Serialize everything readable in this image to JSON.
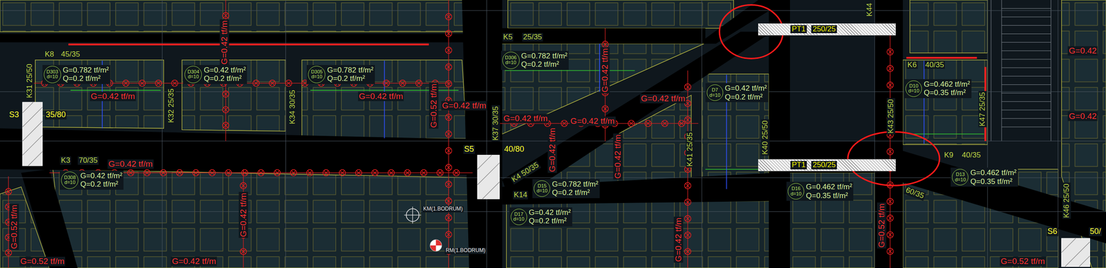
{
  "diagram": {
    "nodes": [
      {
        "text": [
          "D303",
          "d=10",
          "G=0.782 tf/m²",
          "Q=0.2 tf/m²"
        ]
      },
      {
        "text": [
          "D304",
          "d=10",
          "G=0.42 tf/m²",
          "Q=0.2 tf/m²"
        ]
      },
      {
        "text": [
          "D305",
          "d=10",
          "G=0.782 tf/m²",
          "Q=0.2 tf/m²"
        ]
      },
      {
        "text": [
          "D306",
          "d=10",
          "G=0.782 tf/m²",
          "Q=0.2 tf/m²"
        ]
      },
      {
        "text": [
          "D7",
          "d=10",
          "G=0.42 tf/m²",
          "Q=0.2 tf/m²"
        ]
      },
      {
        "text": [
          "D10",
          "d=10",
          "G=0.462 tf/m²",
          "Q=0.35 tf/m²"
        ]
      },
      {
        "text": [
          "D308",
          "d=10",
          "G=0.42 tf/m²",
          "Q=0.2 tf/m²"
        ]
      },
      {
        "text": [
          "D15",
          "d=10",
          "G=0.782 tf/m²",
          "Q=0.2 tf/m²"
        ]
      },
      {
        "text": [
          "D17",
          "d=10",
          "G=0.42 tf/m²",
          "Q=0.2 tf/m²"
        ]
      },
      {
        "text": [
          "D16",
          "d=10",
          "G=0.462 tf/m²",
          "Q=0.35 tf/m²"
        ]
      },
      {
        "text": [
          "D13",
          "d=10",
          "G=0.462 tf/m²",
          "Q=0.35 tf/m²"
        ]
      },
      {
        "text": [
          "PT1",
          "250/25"
        ]
      },
      {
        "text": [
          "PT1",
          "250/25"
        ]
      }
    ],
    "labels": [
      "K8",
      "45/35",
      "K5",
      "25/35",
      "K31 25/50",
      "K32 25/35",
      "K34 30/35",
      "K37 30/35",
      "K4 50/35",
      "K14",
      "K41 25/35",
      "K40 25/50",
      "K43 25/50",
      "K44",
      "K6",
      "40/35",
      "K47 25/35",
      "K3",
      "70/35",
      "K9",
      "40/35",
      "60/35",
      "K46 25/50",
      "S3",
      "35/80",
      "S5",
      "40/80",
      "S6",
      "50/",
      "KM(1.BODRUM)",
      "RM(1.BODRUM)",
      "G=0.42 tf/m",
      "G=0.42 tf/m",
      "G=0.42 tf/m",
      "G=0.52 tf/m",
      "G=0.42 tf/m",
      "G=0.42 tf/m",
      "G=0.42 tf/m",
      "G=0.42 tf/m",
      "G=0.42 tf/m",
      "G=0.42 tf/m",
      "G=0.42 tf/m",
      "G=0.42 tf/m",
      "G=0.42 tf/m",
      "G=0.42 tf/m",
      "G=0.52 tf/m",
      "G=0.52 tf/m",
      "G=0.42 tf/m",
      "G=0.52 tf/m",
      "G=0.52 tf/m",
      "G=0.42",
      "G=0.42"
    ]
  }
}
